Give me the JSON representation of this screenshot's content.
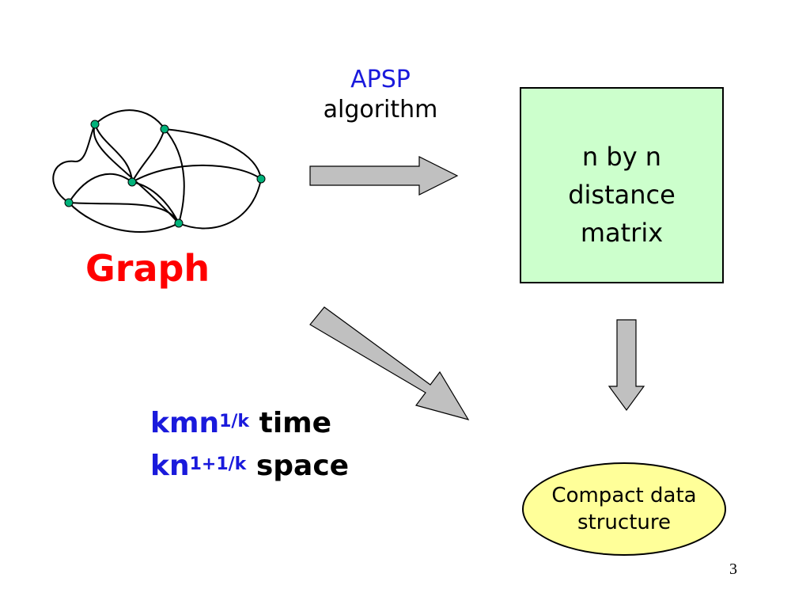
{
  "graph": {
    "label": "Graph"
  },
  "apsp": {
    "line1": "APSP",
    "line2": "algorithm"
  },
  "matrix": {
    "line1": "n by n",
    "line2": "distance",
    "line3": "matrix"
  },
  "complexity": {
    "time_base": "kmn",
    "time_exp": "1/k",
    "time_word": "time",
    "space_base": "kn",
    "space_exp": "1+1/k",
    "space_word": "space"
  },
  "oval": {
    "line1": "Compact data",
    "line2": "structure"
  },
  "page_number": "3",
  "colors": {
    "accent_blue": "#1a1adc",
    "graph_red": "#ff0000",
    "matrix_fill": "#ccffcc",
    "oval_fill": "#ffff99",
    "arrow_fill": "#c0c0c0",
    "node_fill": "#00b27a"
  }
}
